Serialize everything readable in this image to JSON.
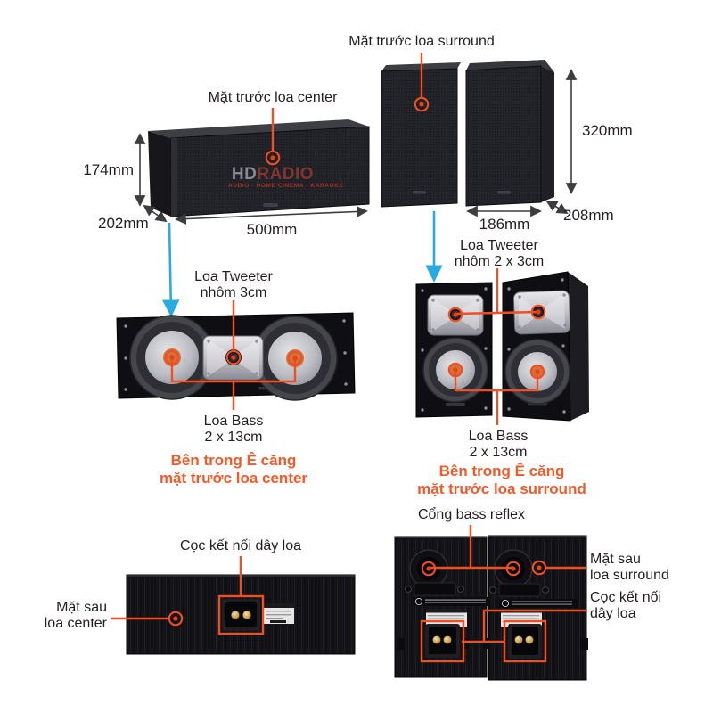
{
  "colors": {
    "accent_orange": "#F15A29",
    "line_orange": "#F04E23",
    "arrow_blue": "#29ABE2",
    "text_dark": "#231F20"
  },
  "watermark": {
    "hd": "HD",
    "radio": "RADIO",
    "tagline": "AUDIO - HOME CINEMA - KARAOKE"
  },
  "center_front": {
    "title": "Mặt trước loa center",
    "height": "174mm",
    "depth": "202mm",
    "width": "500mm"
  },
  "surround_front": {
    "title": "Mặt trước loa surround",
    "height": "320mm",
    "width": "186mm",
    "depth": "208mm"
  },
  "center_inside": {
    "tweeter_line1": "Loa Tweeter",
    "tweeter_line2": "nhôm 3cm",
    "bass_line1": "Loa Bass",
    "bass_line2": "2 x 13cm",
    "caption_line1": "Bên trong Ê căng",
    "caption_line2": "mặt trước loa center"
  },
  "surround_inside": {
    "tweeter_line1": "Loa Tweeter",
    "tweeter_line2": "nhôm 2 x 3cm",
    "bass_line1": "Loa Bass",
    "bass_line2": "2 x 13cm",
    "caption_line1": "Bên trong Ê căng",
    "caption_line2": "mặt trước loa surround"
  },
  "center_rear": {
    "terminal_label": "Cọc kết nối dây loa",
    "label_line1": "Mặt sau",
    "label_line2": "loa center"
  },
  "surround_rear": {
    "port_label": "Cổng bass reflex",
    "label_line1": "Mặt sau",
    "label_line2": "loa surround",
    "terminal_line1": "Cọc kết nối",
    "terminal_line2": "dây loa"
  }
}
